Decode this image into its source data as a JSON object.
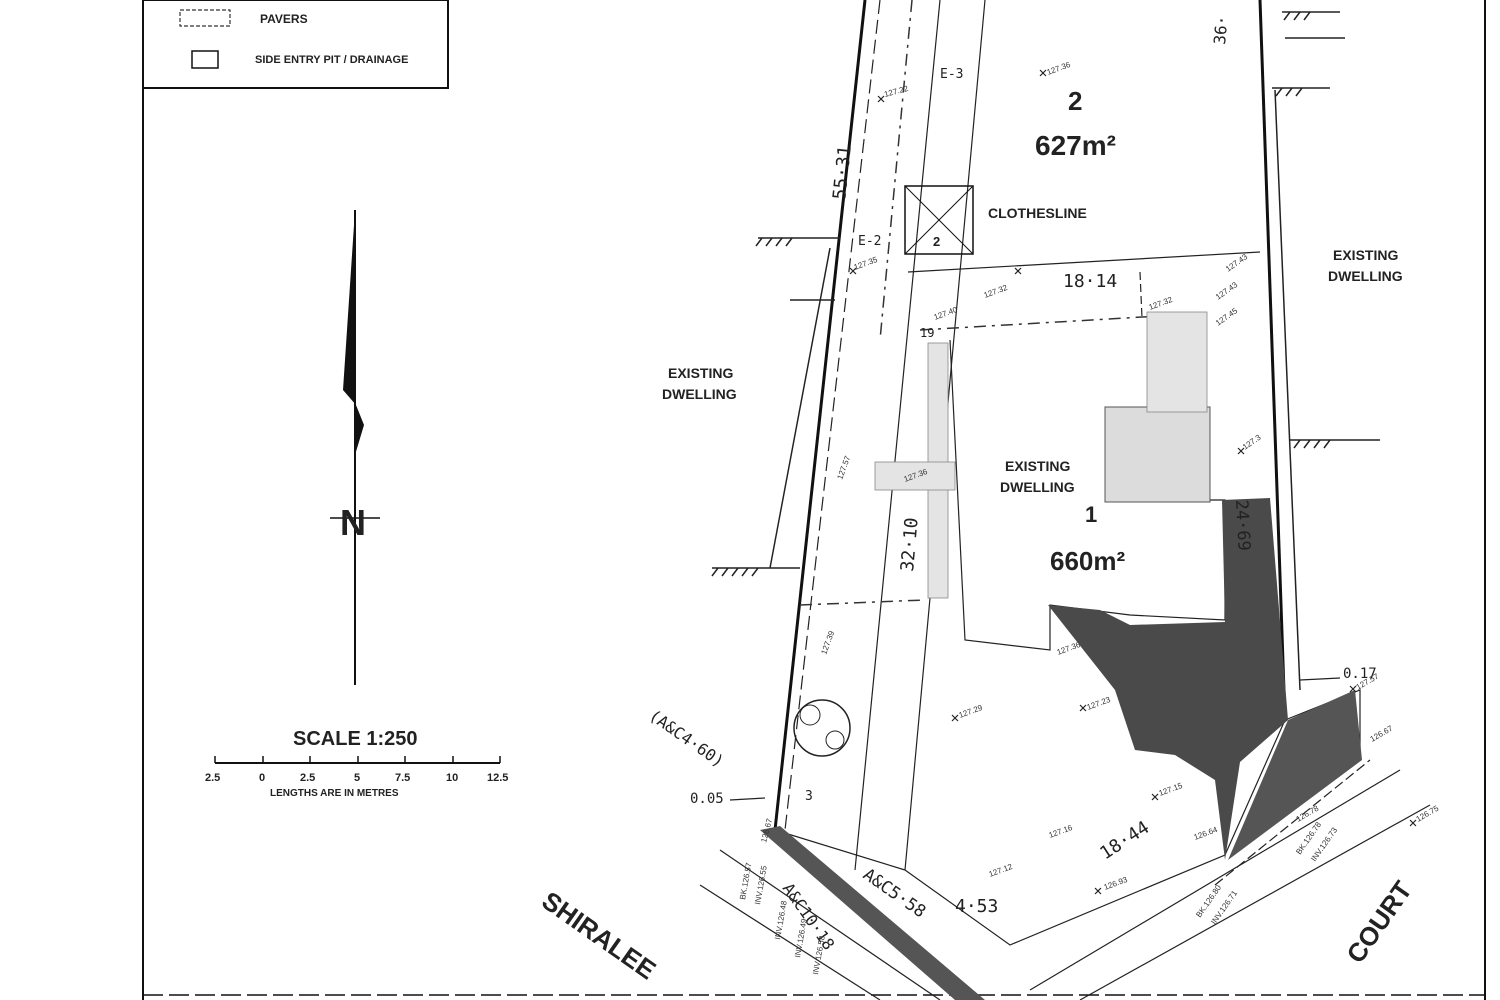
{
  "legend": {
    "pavers_label": "PAVERS",
    "pit_label": "SIDE ENTRY PIT / DRAINAGE"
  },
  "scale": {
    "title": "SCALE 1:250",
    "ticks": [
      "2.5",
      "0",
      "2.5",
      "5",
      "7.5",
      "10",
      "12.5"
    ],
    "note": "LENGTHS ARE IN METRES"
  },
  "north_label": "N",
  "lots": [
    {
      "number": "2",
      "area": "627m²"
    },
    {
      "number": "1",
      "area": "660m²"
    }
  ],
  "labels": {
    "clothesline": "CLOTHESLINE",
    "existing_dwelling_1": "EXISTING",
    "existing_dwelling_2": "DWELLING",
    "street_left": "SHIRALEE",
    "street_right": "COURT",
    "easement_e2": "E-2",
    "easement_e3": "E-3",
    "box_2": "2",
    "lot_3": "3",
    "lot_19": "19"
  },
  "dimensions": {
    "left_top": "55·31",
    "right_top": "36·",
    "mid_1814": "18·14",
    "mid_3210": "32·10",
    "right_2469": "24·69",
    "bottom_1844": "18·44",
    "bottom_453": "4·53",
    "arc_a_c_558": "A&C5·58",
    "arc_a_c_460": "(A&C4·60)",
    "arc_a_c_1018": "A&C10·18",
    "offset_005": "0.05",
    "offset_017": "0.17"
  },
  "levels": [
    "127.36",
    "127.22",
    "127.35",
    "127.32",
    "127.40",
    "127.32",
    "127.43",
    "127.45",
    "127.43",
    "127.57",
    "127.36",
    "127.3",
    "127.39",
    "127.36",
    "127.29",
    "127.23",
    "127.15",
    "127.16",
    "127.12",
    "126.93",
    "126.64",
    "126.67",
    "126.78",
    "126.75",
    "127.57",
    "126.67"
  ],
  "invert_labels": [
    "BK.126.57",
    "INV.126.55",
    "INV.126.48",
    "INV.126.49",
    "INV.126.58",
    "BK.126.80",
    "INV.126.71",
    "BK.126.78",
    "INV.126.73"
  ]
}
